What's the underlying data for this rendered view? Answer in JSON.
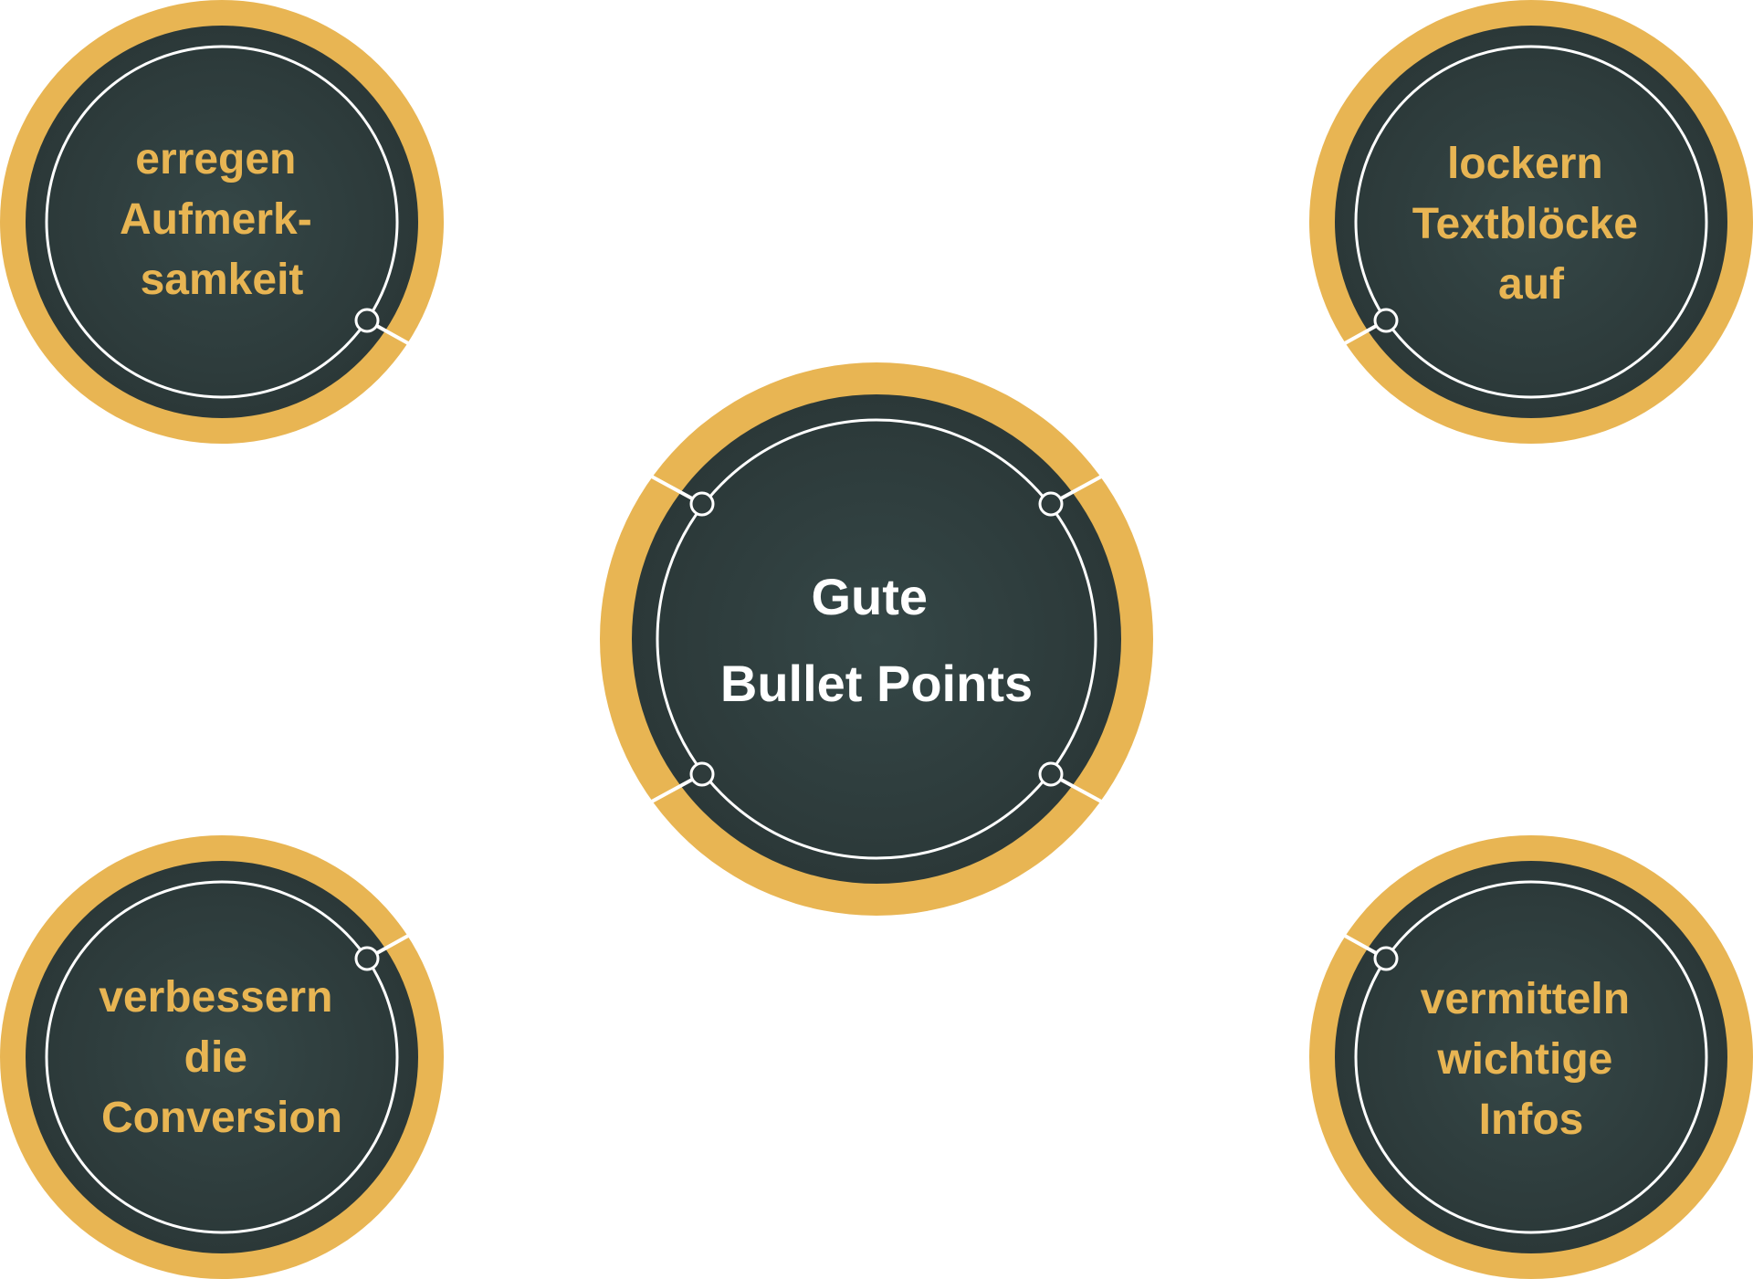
{
  "colors": {
    "gold": "#E8B553",
    "dark": "#2E3B3B",
    "dark_center": "#334544",
    "ring_line": "#FFFFFF",
    "center_text": "#FFFFFF",
    "satellite_text": "#E8B553"
  },
  "center": {
    "lines": [
      "Gute",
      "Bullet Points"
    ]
  },
  "satellites": [
    {
      "id": "top-left",
      "lines": [
        "erregen",
        "Aufmerk-",
        "samkeit"
      ]
    },
    {
      "id": "top-right",
      "lines": [
        "lockern",
        "Textblöcke",
        "auf"
      ]
    },
    {
      "id": "bottom-left",
      "lines": [
        "verbessern",
        "die",
        "Conversion"
      ]
    },
    {
      "id": "bottom-right",
      "lines": [
        "vermitteln",
        "wichtige",
        "Infos"
      ]
    }
  ]
}
